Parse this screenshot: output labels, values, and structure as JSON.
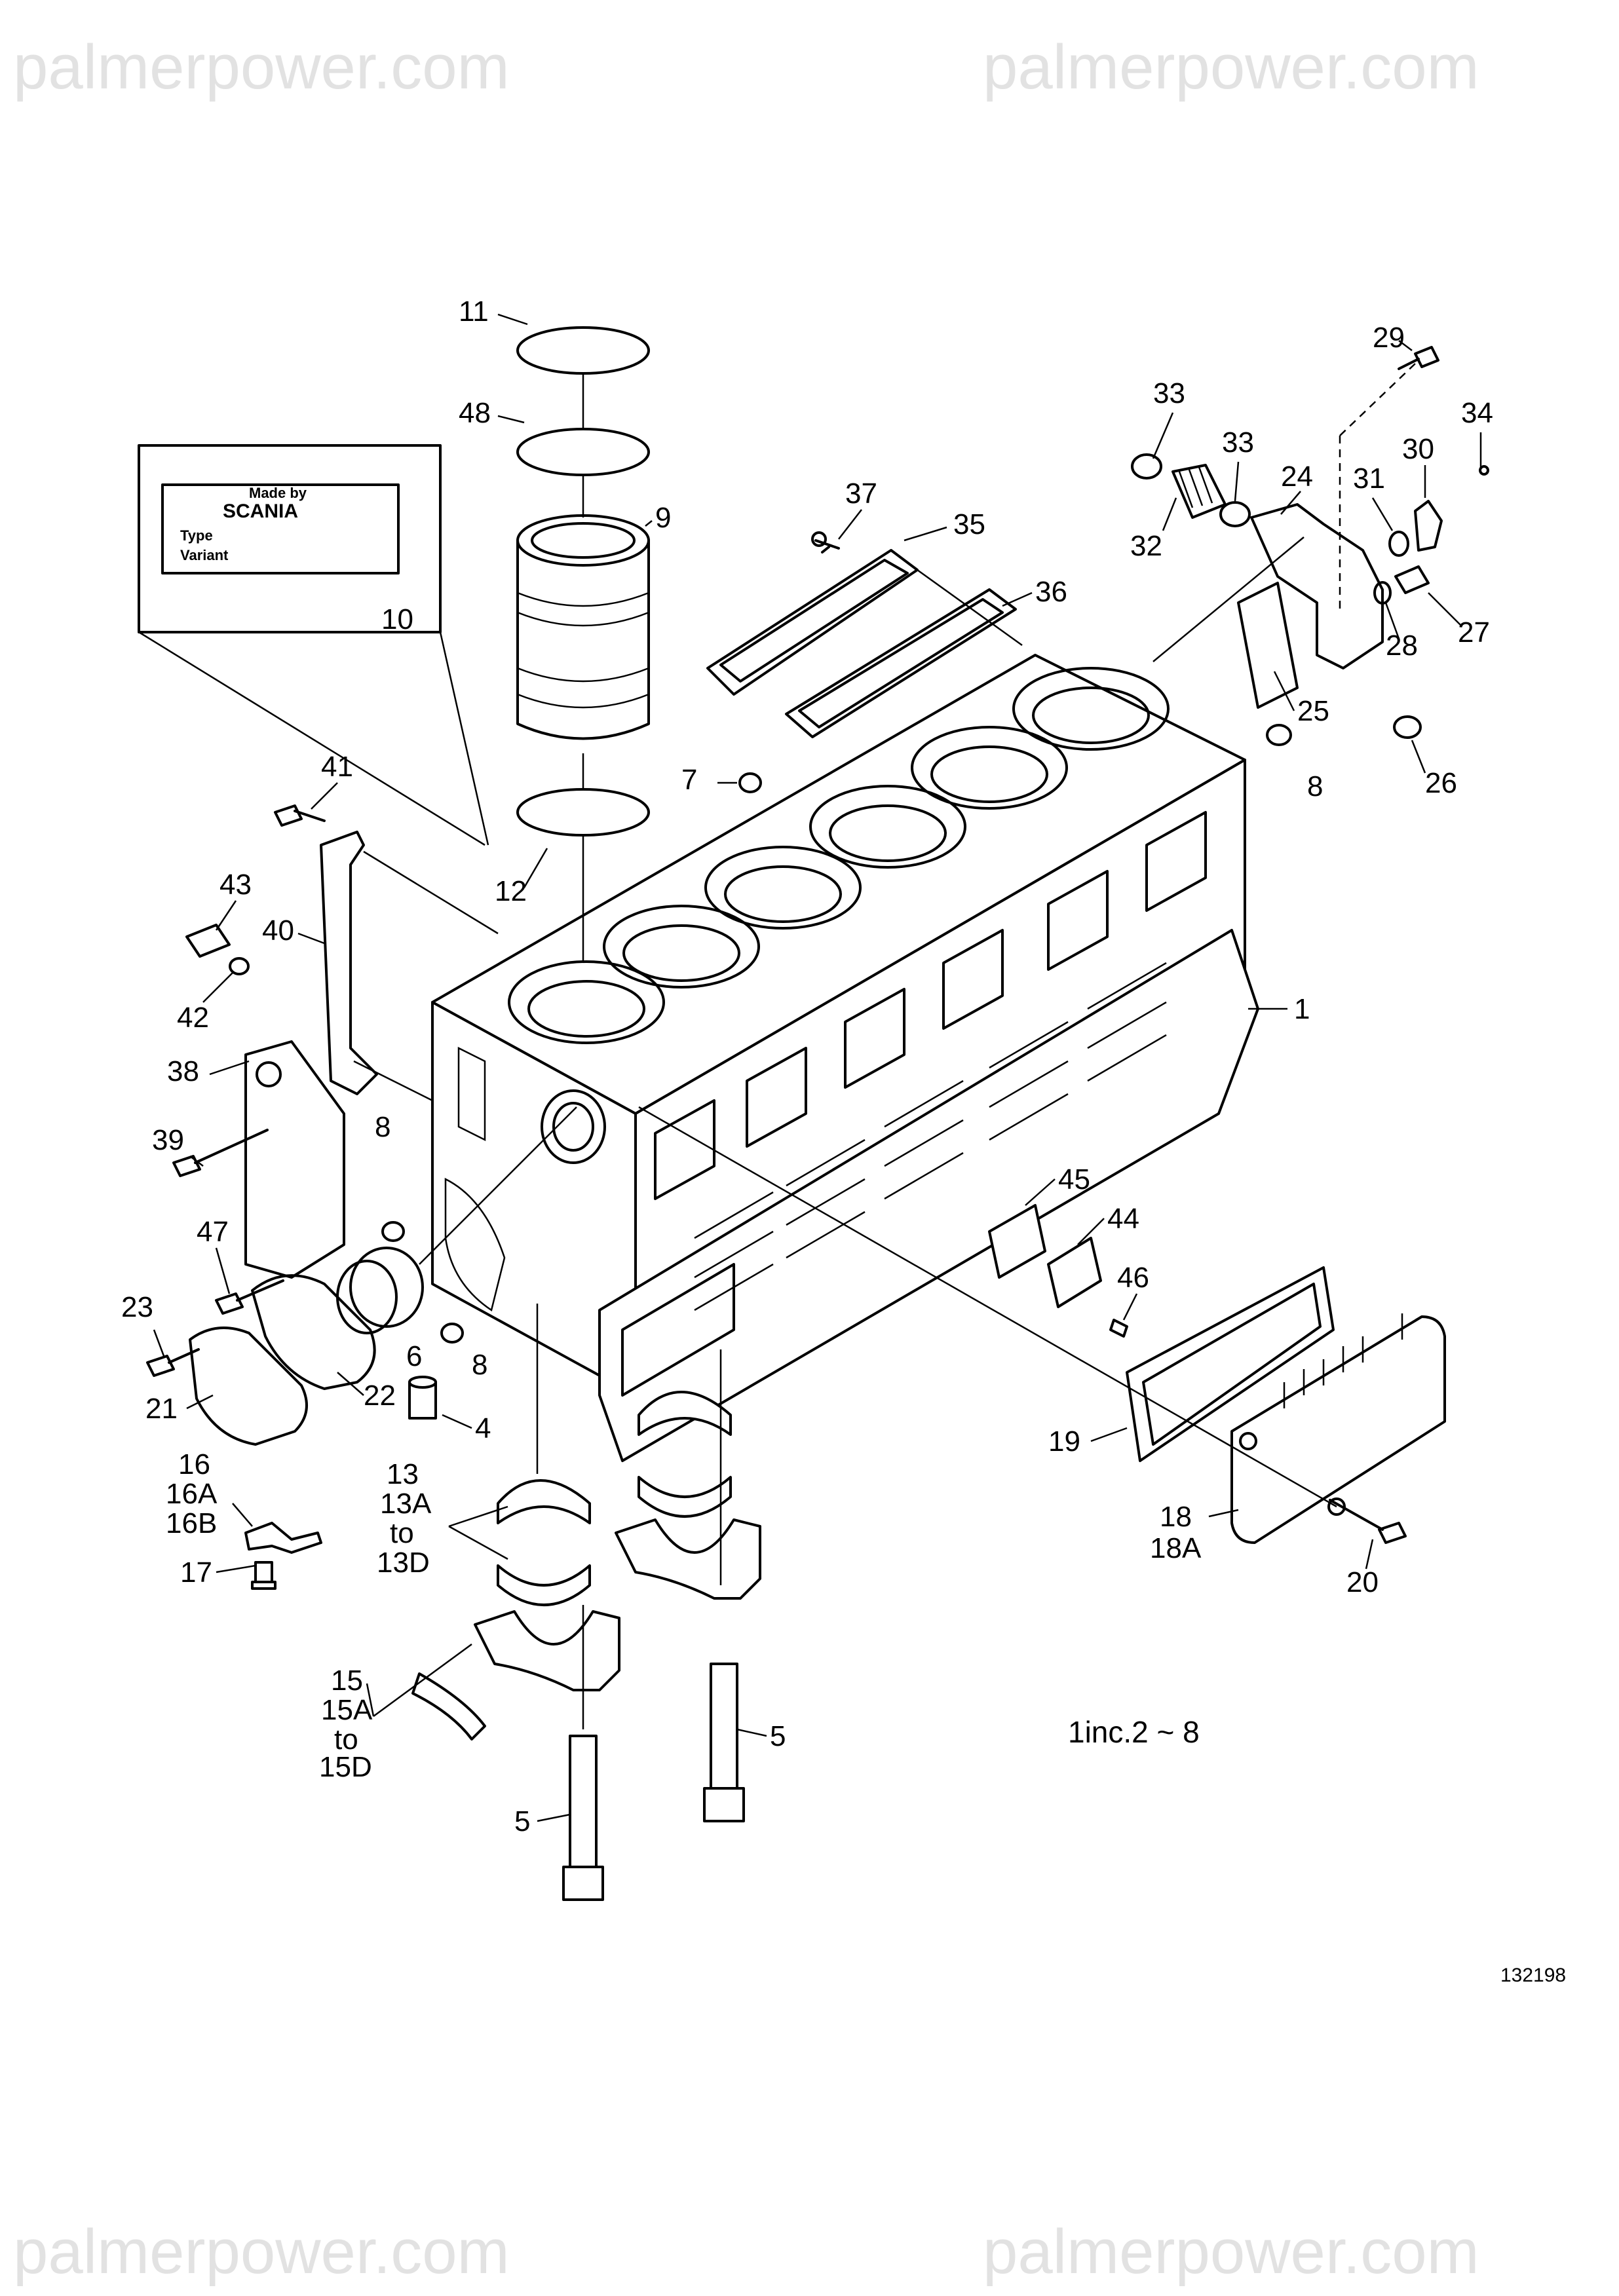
{
  "watermarks": [
    "palmerpower.com",
    "palmerpower.com",
    "palmerpower.com",
    "palmerpower.com"
  ],
  "figure_number": "132198",
  "inclusion_note": "1inc.2 ~ 8",
  "nameplate": {
    "made_by": "Made by",
    "brand": "SCANIA",
    "type_label": "Type",
    "variant_label": "Variant"
  },
  "part_labels": [
    {
      "id": "p1",
      "text": "1",
      "part": "cylinder-block"
    },
    {
      "id": "p4",
      "text": "4",
      "part": "dowel-sleeve"
    },
    {
      "id": "p5a",
      "text": "5",
      "part": "main-bearing-bolt"
    },
    {
      "id": "p5b",
      "text": "5",
      "part": "main-bearing-bolt"
    },
    {
      "id": "p6",
      "text": "6",
      "part": "camshaft-bushing"
    },
    {
      "id": "p7",
      "text": "7",
      "part": "plug"
    },
    {
      "id": "p8a",
      "text": "8",
      "part": "plug"
    },
    {
      "id": "p8b",
      "text": "8",
      "part": "plug"
    },
    {
      "id": "p8c",
      "text": "8",
      "part": "plug"
    },
    {
      "id": "p9",
      "text": "9",
      "part": "cylinder-liner"
    },
    {
      "id": "p10",
      "text": "10",
      "part": "nameplate"
    },
    {
      "id": "p11",
      "text": "11",
      "part": "liner-seal-ring"
    },
    {
      "id": "p12",
      "text": "12",
      "part": "liner-seal-ring"
    },
    {
      "id": "p13",
      "text": "13",
      "part": "main-bearing-shell"
    },
    {
      "id": "p13A",
      "text": "13A",
      "part": "main-bearing-shell"
    },
    {
      "id": "p13to",
      "text": "to",
      "part": "main-bearing-shell"
    },
    {
      "id": "p13D",
      "text": "13D",
      "part": "main-bearing-shell"
    },
    {
      "id": "p15",
      "text": "15",
      "part": "thrust-washer"
    },
    {
      "id": "p15A",
      "text": "15A",
      "part": "thrust-washer"
    },
    {
      "id": "p15to",
      "text": "to",
      "part": "thrust-washer"
    },
    {
      "id": "p15D",
      "text": "15D",
      "part": "thrust-washer"
    },
    {
      "id": "p16",
      "text": "16",
      "part": "piston-cooling-nozzle"
    },
    {
      "id": "p16A",
      "text": "16A",
      "part": "piston-cooling-nozzle"
    },
    {
      "id": "p16B",
      "text": "16B",
      "part": "piston-cooling-nozzle"
    },
    {
      "id": "p17",
      "text": "17",
      "part": "nozzle-screw"
    },
    {
      "id": "p18",
      "text": "18",
      "part": "side-cover"
    },
    {
      "id": "p18A",
      "text": "18A",
      "part": "side-cover"
    },
    {
      "id": "p19",
      "text": "19",
      "part": "side-cover-gasket"
    },
    {
      "id": "p20",
      "text": "20",
      "part": "cover-bolt"
    },
    {
      "id": "p21",
      "text": "21",
      "part": "end-cover"
    },
    {
      "id": "p22",
      "text": "22",
      "part": "end-cover-gasket"
    },
    {
      "id": "p23",
      "text": "23",
      "part": "end-cover-bolt"
    },
    {
      "id": "p24",
      "text": "24",
      "part": "pipe-connection"
    },
    {
      "id": "p25",
      "text": "25",
      "part": "connection-gasket"
    },
    {
      "id": "p26",
      "text": "26",
      "part": "plug"
    },
    {
      "id": "p27",
      "text": "27",
      "part": "plug-screw"
    },
    {
      "id": "p28",
      "text": "28",
      "part": "sealing-washer"
    },
    {
      "id": "p29",
      "text": "29",
      "part": "flange-bolt"
    },
    {
      "id": "p30",
      "text": "30",
      "part": "clamp"
    },
    {
      "id": "p31",
      "text": "31",
      "part": "o-ring"
    },
    {
      "id": "p32",
      "text": "32",
      "part": "hose"
    },
    {
      "id": "p33a",
      "text": "33",
      "part": "hose-clamp"
    },
    {
      "id": "p33b",
      "text": "33",
      "part": "hose-clamp"
    },
    {
      "id": "p34",
      "text": "34",
      "part": "screw"
    },
    {
      "id": "p35",
      "text": "35",
      "part": "cover-gasket"
    },
    {
      "id": "p36",
      "text": "36",
      "part": "cover-gasket"
    },
    {
      "id": "p37",
      "text": "37",
      "part": "bolt"
    },
    {
      "id": "p38",
      "text": "38",
      "part": "bracket"
    },
    {
      "id": "p39",
      "text": "39",
      "part": "bracket-bolt"
    },
    {
      "id": "p40",
      "text": "40",
      "part": "strap"
    },
    {
      "id": "p41",
      "text": "41",
      "part": "strap-bolt"
    },
    {
      "id": "p42",
      "text": "42",
      "part": "washer"
    },
    {
      "id": "p43",
      "text": "43",
      "part": "spacer-stud"
    },
    {
      "id": "p44",
      "text": "44",
      "part": "inspection-cover"
    },
    {
      "id": "p45",
      "text": "45",
      "part": "inspection-cover-gasket"
    },
    {
      "id": "p46",
      "text": "46",
      "part": "cover-screw"
    },
    {
      "id": "p47",
      "text": "47",
      "part": "bolt"
    },
    {
      "id": "p48",
      "text": "48",
      "part": "liner-seal-ring"
    }
  ]
}
